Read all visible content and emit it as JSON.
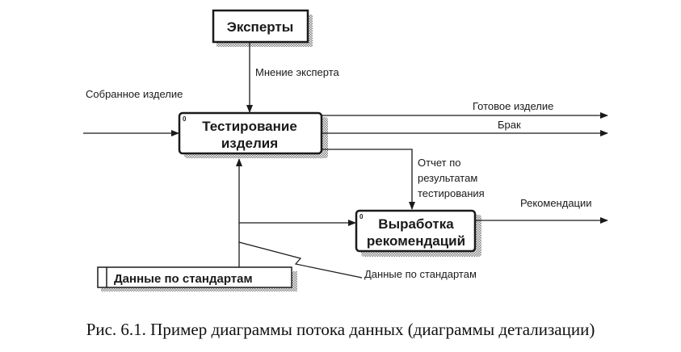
{
  "entities": {
    "experts": "Эксперты",
    "standards_store": "Данные по стандартам"
  },
  "processes": {
    "testing": {
      "line1": "Тестирование",
      "line2": "изделия"
    },
    "recommend": {
      "line1": "Выработка",
      "line2": "рекомендаций"
    }
  },
  "flows": {
    "expert_opinion": "Мнение эксперта",
    "assembled_product": "Собранное изделие",
    "finished_product": "Готовое изделие",
    "defect": "Брак",
    "report": {
      "line1": "Отчет по",
      "line2": "результатам",
      "line3": "тестирования"
    },
    "recommendations": "Рекомендации",
    "standards_data": "Данные по стандартам"
  },
  "caption": "Рис. 6.1. Пример диаграммы потока данных (диаграммы детализации)",
  "colors": {
    "ink": "#1a1a1a",
    "box_fill": "#ffffff",
    "shadow": "#8a8a8a"
  }
}
